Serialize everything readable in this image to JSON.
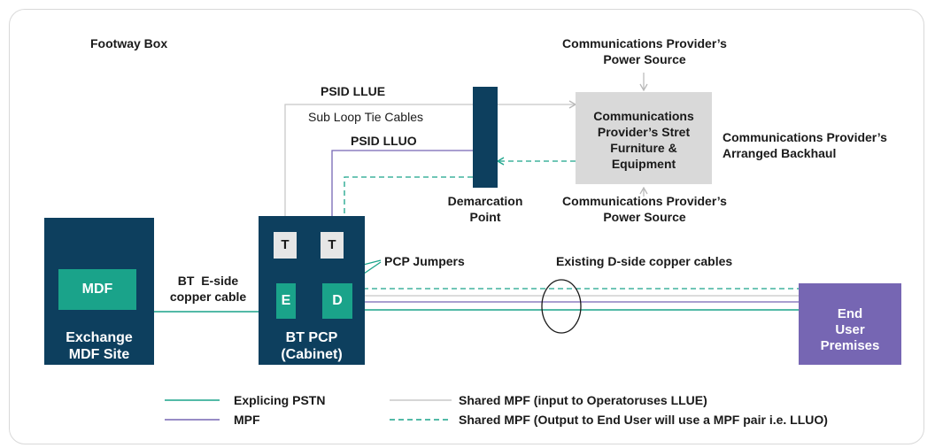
{
  "colors": {
    "dark_navy": "#0d3f5e",
    "teal": "#1aa38a",
    "purple": "#7666b3",
    "grey_box": "#d9d9d9",
    "light_line": "#c8c8c8"
  },
  "labels": {
    "footway_box": "Footway Box",
    "cp_power_source_top_line1": "Communications Provider’s",
    "cp_power_source_top_line2": "Power Source",
    "psid_llue": "PSID LLUE",
    "sub_loop_tie_cables": "Sub Loop Tie Cables",
    "psid_lluo": "PSID LLUO",
    "demarcation_line1": "Demarcation",
    "demarcation_line2": "Point",
    "cp_power_source_bottom_line1": "Communications Provider’s",
    "cp_power_source_bottom_line2": "Power Source",
    "cp_backhaul_line1": "Communications Provider’s",
    "cp_backhaul_line2": "Arranged Backhaul",
    "pcp_jumpers": "PCP Jumpers",
    "existing_dside": "Existing D-side copper cables",
    "bt_eside_line1": "BT  E-side",
    "bt_eside_line2": "copper cable"
  },
  "boxes": {
    "street_furniture_line1": "Communications",
    "street_furniture_line2": "Provider’s Stret",
    "street_furniture_line3": "Furniture &",
    "street_furniture_line4": "Equipment",
    "mdf": "MDF",
    "exchange_line1": "Exchange",
    "exchange_line2": "MDF Site",
    "t_left": "T",
    "t_right": "T",
    "e": "E",
    "d": "D",
    "pcp_line1": "BT PCP",
    "pcp_line2": "(Cabinet)",
    "end_user_line1": "End",
    "end_user_line2": "User",
    "end_user_line3": "Premises"
  },
  "legend": [
    {
      "label": "Explicing PSTN",
      "style": "teal-solid"
    },
    {
      "label": "MPF",
      "style": "purple-solid"
    },
    {
      "label": "Shared MPF (input to Operatoruses LLUE)",
      "style": "grey-solid"
    },
    {
      "label": "Shared MPF (Output to End User will use a MPF pair i.e. LLUO)",
      "style": "teal-dashed"
    }
  ]
}
